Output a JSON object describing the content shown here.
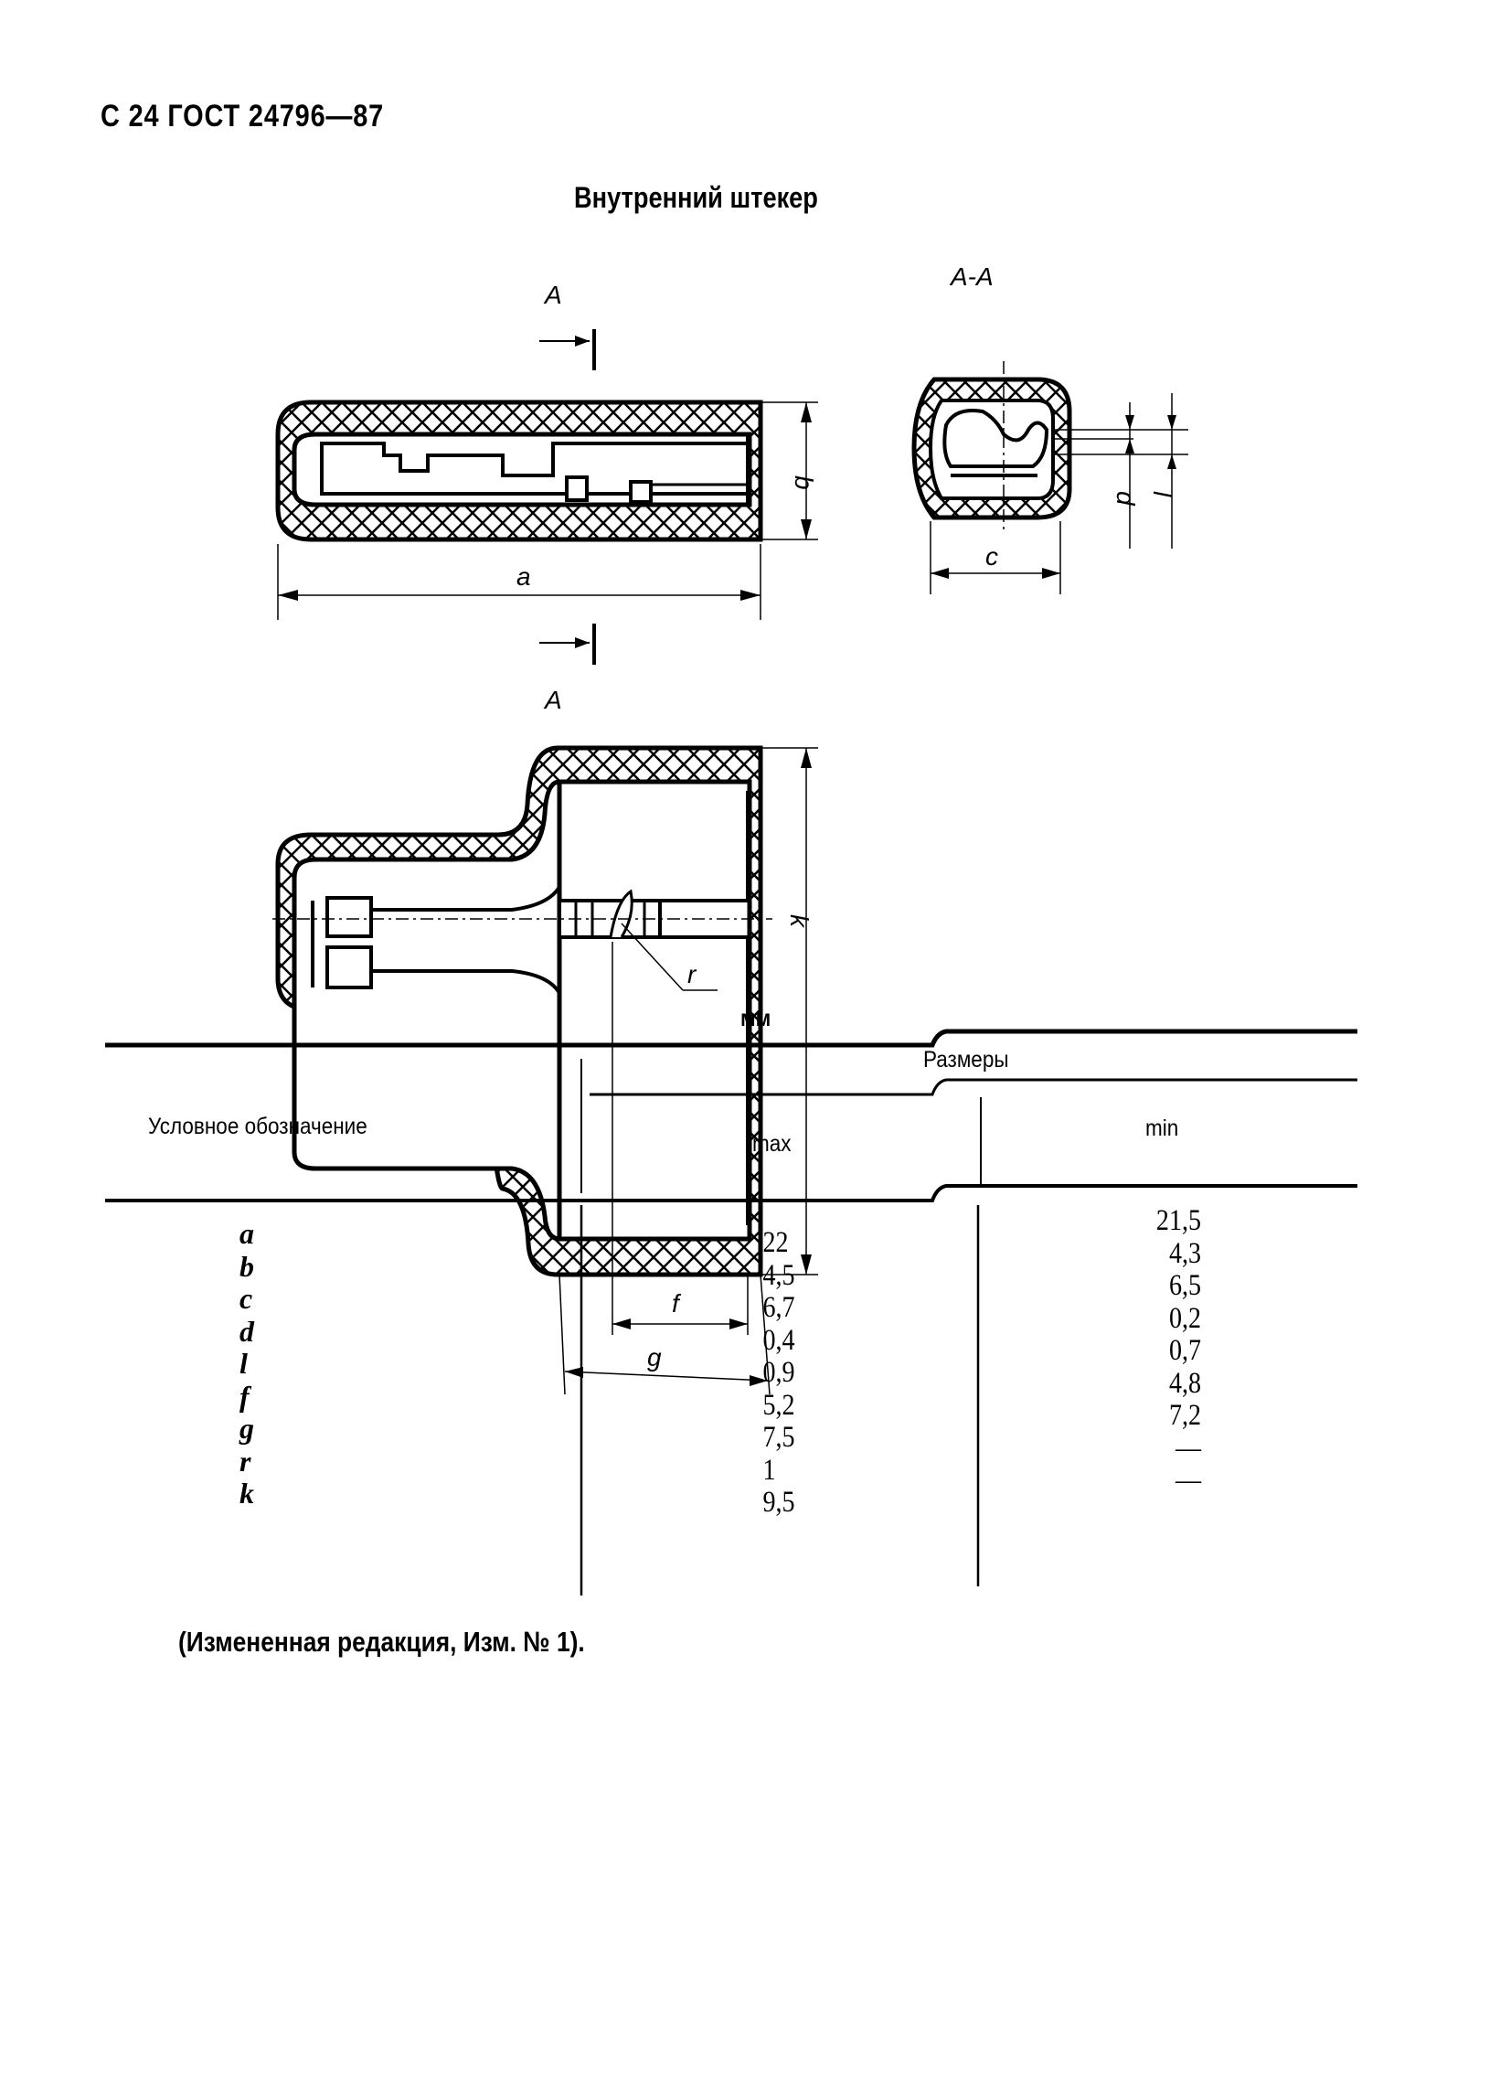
{
  "header": "С 24 ГОСТ 24796—87",
  "title": "Внутренний штекер",
  "drawing": {
    "section_mark_top": "A",
    "section_mark_bottom": "A",
    "section_title": "A-A",
    "dim_a": "a",
    "dim_b": "b",
    "dim_c": "c",
    "dim_d": "d",
    "dim_l": "l",
    "dim_k": "k",
    "dim_r": "r",
    "dim_f": "f",
    "dim_g": "g"
  },
  "table": {
    "unit": "мм",
    "col_symbol": "Условное обозначение",
    "col_group": "Размеры",
    "col_max": "max",
    "col_min": "min",
    "rows": [
      {
        "symbol": "a",
        "max": "22",
        "min": "21,5"
      },
      {
        "symbol": "b",
        "max": "4,5",
        "min": "4,3"
      },
      {
        "symbol": "c",
        "max": "6,7",
        "min": "6,5"
      },
      {
        "symbol": "d",
        "max": "0,4",
        "min": "0,2"
      },
      {
        "symbol": "l",
        "max": "0,9",
        "min": "0,7"
      },
      {
        "symbol": "f",
        "max": "5,2",
        "min": "4,8"
      },
      {
        "symbol": "g",
        "max": "7,5",
        "min": "7,2"
      },
      {
        "symbol": "r",
        "max": "1",
        "min": "—"
      },
      {
        "symbol": "k",
        "max": "9,5",
        "min": "—"
      }
    ]
  },
  "footnote": "(Измененная редакция, Изм. № 1)."
}
